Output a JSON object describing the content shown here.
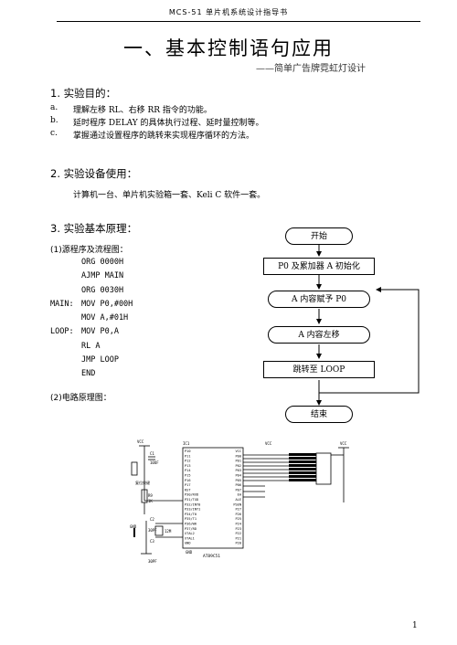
{
  "header": {
    "text": "MCS-51 单片机系统设计指导书"
  },
  "title": "一、基本控制语句应用",
  "subtitle": "——简单广告牌霓虹灯设计",
  "section1": {
    "heading": "1. 实验目的：",
    "items": [
      {
        "marker": "a.",
        "text": "理解左移 RL、右移 RR 指令的功能。"
      },
      {
        "marker": "b.",
        "text": "延时程序 DELAY 的具体执行过程、延时量控制等。"
      },
      {
        "marker": "c.",
        "text": "掌握通过设置程序的跳转来实现程序循环的方法。"
      }
    ]
  },
  "section2": {
    "heading": "2. 实验设备使用：",
    "text": "计算机一台、单片机实验箱一套、Keli C 软件一套。"
  },
  "section3": {
    "heading": "3. 实验基本原理：",
    "sub1": "(1)源程序及流程图：",
    "code": [
      {
        "label": "",
        "instr": "ORG 0000H"
      },
      {
        "label": "",
        "instr": "AJMP MAIN"
      },
      {
        "label": "",
        "instr": "ORG  0030H"
      },
      {
        "label": "MAIN:",
        "instr": "MOV P0,#00H"
      },
      {
        "label": "",
        "instr": "MOV A,#01H"
      },
      {
        "label": "LOOP:",
        "instr": "MOV P0,A"
      },
      {
        "label": "",
        "instr": "RL A"
      },
      {
        "label": "",
        "instr": "JMP LOOP"
      },
      {
        "label": "",
        "instr": "END"
      }
    ],
    "sub2": "(2)电路原理图："
  },
  "flowchart": {
    "start": "开始",
    "init": "P0 及累加器 A 初始化",
    "assign": "A 内容赋予 P0",
    "shift": "A 内容左移",
    "jump": "跳转至 LOOP",
    "end": "结束"
  },
  "schematic": {
    "chip_label": "AT89C51",
    "ic_label": "IC1",
    "vcc": "VCC",
    "gnd": "GND",
    "reset_label": "复位按键",
    "c1": "C1",
    "c1_value": "10UF",
    "r9": "R9",
    "r9_value": "1K",
    "c2": "C2",
    "c3": "C3",
    "cap_value": "30PF",
    "crystal": "12M",
    "left_pins": [
      "P10",
      "P11",
      "P12",
      "P13",
      "P14",
      "P15",
      "P16",
      "P17",
      "RST",
      "P30/RXD",
      "P31/TXD",
      "P32/INT0",
      "P33/INT1",
      "P34/T0",
      "P35/T1",
      "P36/WR",
      "P37/RD",
      "XTAL2",
      "XTAL1",
      "GND"
    ],
    "right_pins": [
      "VCC",
      "P00",
      "P01",
      "P02",
      "P03",
      "P04",
      "P05",
      "P06",
      "P07",
      "EA",
      "ALE",
      "PSEN",
      "P27",
      "P26",
      "P25",
      "P24",
      "P23",
      "P22",
      "P21",
      "P20"
    ]
  },
  "page_number": "1"
}
